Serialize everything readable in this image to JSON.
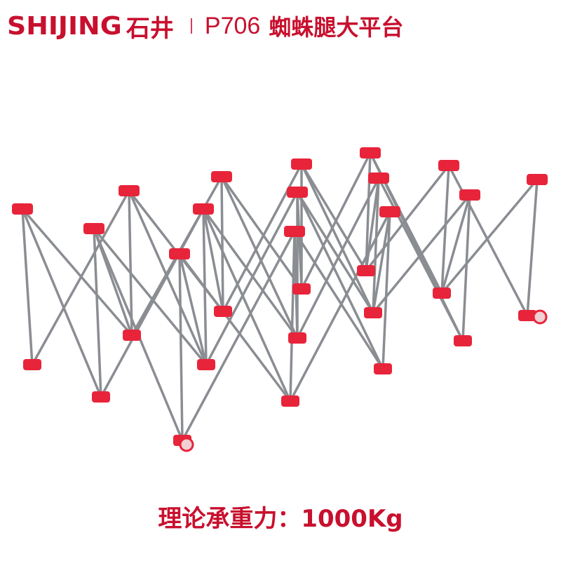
{
  "header": {
    "brand": "SHIJING",
    "brand_cn": "石井",
    "model": "P706",
    "product_title": "蜘蛛腿大平台"
  },
  "caption": "理论承重力：1000Kg",
  "colors": {
    "accent": "#c8102e",
    "node": "#e8243a",
    "tube": "#8a8d92"
  }
}
